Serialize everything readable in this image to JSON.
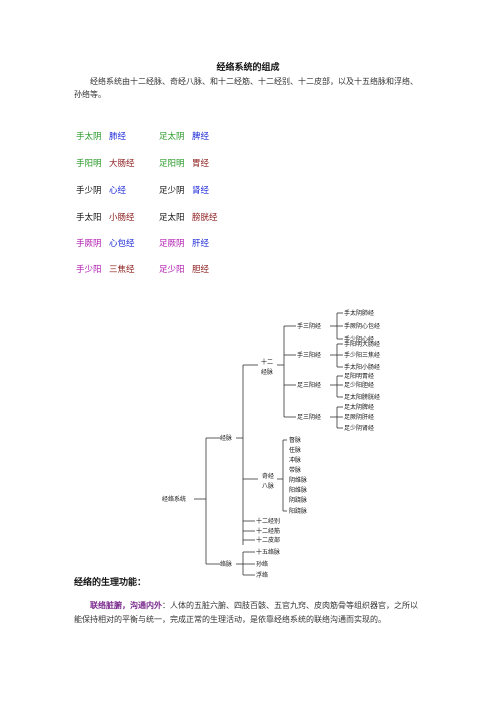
{
  "title": "经络系统的组成",
  "intro": "经络系统由十二经脉、奇经八脉、和十二经筋、十二经别、十二皮部，以及十五络脉和浮络、孙络等。",
  "meridians": [
    {
      "a": "手太阴",
      "b": "肺经",
      "c": "足太阴",
      "d": "脾经",
      "ca": "#2a9a2a",
      "cb": "#1d2ad6",
      "cc": "#2a9a2a",
      "cd": "#1d2ad6"
    },
    {
      "a": "手阳明",
      "b": "大肠经",
      "c": "足阳明",
      "d": "胃经",
      "ca": "#2a9a2a",
      "cb": "#8b1a1a",
      "cc": "#2a9a2a",
      "cd": "#8b1a1a"
    },
    {
      "a": "手少阴",
      "b": "心经",
      "c": "足少阴",
      "d": "肾经",
      "ca": "#111111",
      "cb": "#1d2ad6",
      "cc": "#111111",
      "cd": "#1d2ad6"
    },
    {
      "a": "手太阳",
      "b": "小肠经",
      "c": "足太阳",
      "d": "膀胱经",
      "ca": "#111111",
      "cb": "#8b1a1a",
      "cc": "#111111",
      "cd": "#8b1a1a"
    },
    {
      "a": "手厥阴",
      "b": "心包经",
      "c": "足厥阴",
      "d": "肝经",
      "ca": "#b01ab0",
      "cb": "#1d2ad6",
      "cc": "#b01ab0",
      "cd": "#1d2ad6"
    },
    {
      "a": "手少阳",
      "b": "三焦经",
      "c": "足少阳",
      "d": "胆经",
      "ca": "#b01ab0",
      "cb": "#8b1a1a",
      "cc": "#b01ab0",
      "cd": "#8b1a1a"
    }
  ],
  "tree": {
    "root": "经络系统",
    "jingmai": "经脉",
    "luomai": "络脉",
    "shier_a": "十二",
    "shier_b": "经脉",
    "shou_san_yin": "手三阴经",
    "shou_san_yang": "手三阳经",
    "zu_san_yang": "足三阳经",
    "zu_san_yin": "足三阴经",
    "qijing_a": "奇经",
    "qijing_b": "八脉",
    "leaves_sy": [
      "手太阴肺经",
      "手厥阴心包经",
      "手少阴心经"
    ],
    "leaves_syang": [
      "手阳明大肠经",
      "手少阳三焦经",
      "手太阳小肠经"
    ],
    "leaves_zyang": [
      "足阳明胃经",
      "足少阳胆经",
      "足太阳膀胱经"
    ],
    "leaves_zyin": [
      "足太阴脾经",
      "足厥阴肝经",
      "足少阴肾经"
    ],
    "bamai": [
      "督脉",
      "任脉",
      "冲脉",
      "带脉",
      "阴维脉",
      "阳维脉",
      "阴跷脉",
      "阳跷脉"
    ],
    "others": [
      "十二经别",
      "十二经筋",
      "十二皮部"
    ],
    "luo_items": [
      "十五络脉",
      "孙络",
      "浮络"
    ]
  },
  "section_title": "经络的生理功能：",
  "para_lead": "联络脏腑，沟通内外",
  "para_body": "：人体的五脏六腑、四肢百骸、五官九窍、皮肉筋骨等组织器官，之所以能保持相对的平衡与统一，完成正常的生理活动，是依靠经络系统的联络沟通而实现的。"
}
